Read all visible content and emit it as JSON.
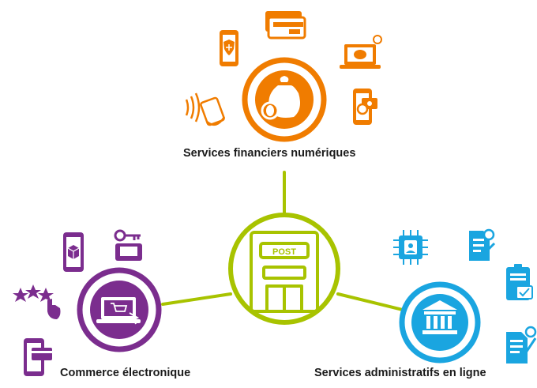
{
  "diagram": {
    "center": {
      "label": "POST"
    },
    "hubs": [
      {
        "id": "financial",
        "label": "Services financiers numériques",
        "color": "#f07c00"
      },
      {
        "id": "ecommerce",
        "label": "Commerce électronique",
        "color": "#7b2d8e"
      },
      {
        "id": "egov",
        "label": "Services administratifs en ligne",
        "color": "#1aa5e0"
      }
    ],
    "connector_color": "#a8c300"
  }
}
